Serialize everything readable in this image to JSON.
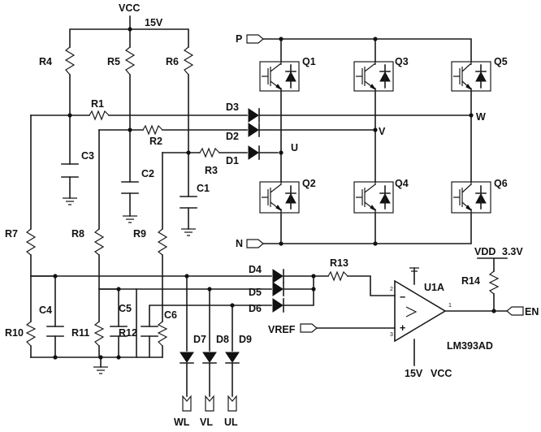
{
  "supply": {
    "vcc_top": "VCC",
    "v15_top": "15V",
    "vdd": "VDD",
    "v33": "3.3V",
    "v15_bottom": "15V",
    "vcc_bottom": "VCC"
  },
  "bus": {
    "p": "P",
    "n": "N"
  },
  "phases": {
    "u": "U",
    "v": "V",
    "w": "W"
  },
  "transistors": {
    "q1": "Q1",
    "q2": "Q2",
    "q3": "Q3",
    "q4": "Q4",
    "q5": "Q5",
    "q6": "Q6"
  },
  "resistors": {
    "r1": "R1",
    "r2": "R2",
    "r3": "R3",
    "r4": "R4",
    "r5": "R5",
    "r6": "R6",
    "r7": "R7",
    "r8": "R8",
    "r9": "R9",
    "r10": "R10",
    "r11": "R11",
    "r12": "R12",
    "r13": "R13",
    "r14": "R14"
  },
  "capacitors": {
    "c1": "C1",
    "c2": "C2",
    "c3": "C3",
    "c4": "C4",
    "c5": "C5",
    "c6": "C6"
  },
  "diodes": {
    "d1": "D1",
    "d2": "D2",
    "d3": "D3",
    "d4": "D4",
    "d5": "D5",
    "d6": "D6",
    "d7": "D7",
    "d8": "D8",
    "d9": "D9"
  },
  "comparator": {
    "ref": "U1A",
    "part": "LM393AD",
    "pin_out": "1",
    "pin_minus": "2",
    "pin_plus": "3",
    "plus_sign": "+",
    "minus_sign": "−"
  },
  "ports": {
    "vref": "VREF",
    "en": "EN",
    "wl": "WL",
    "vl": "VL",
    "ul": "UL"
  }
}
